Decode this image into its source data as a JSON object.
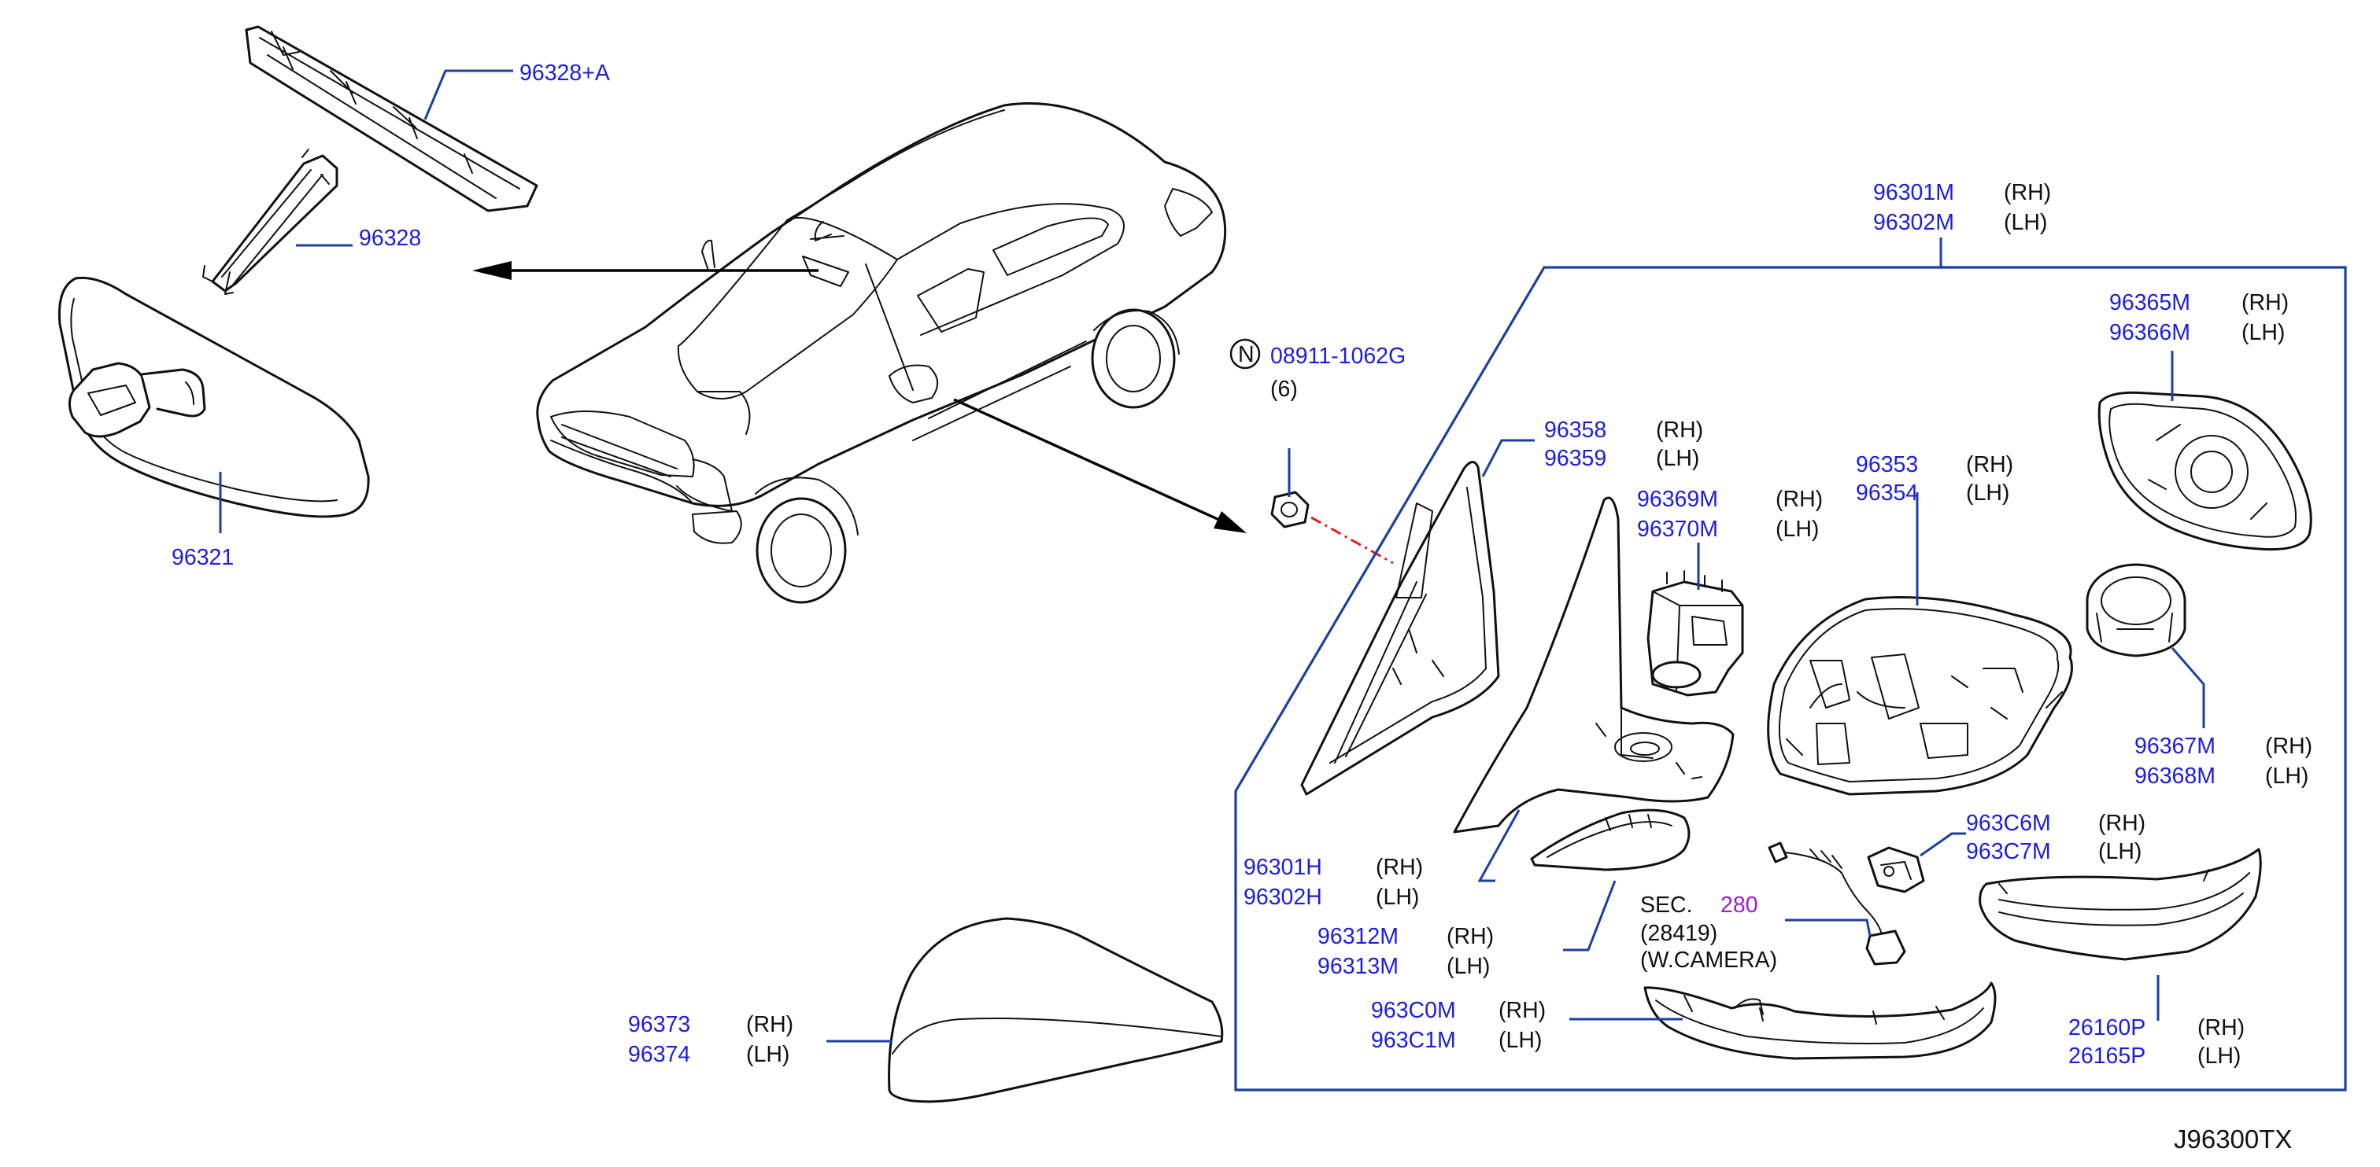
{
  "diagram_code": "J96300TX",
  "fastener": {
    "symbol": "N",
    "part_number": "08911-1062G",
    "quantity": "(6)"
  },
  "section_ref": {
    "prefix": "SEC.",
    "number": "280",
    "part": "(28419)",
    "note": "(W.CAMERA)"
  },
  "callouts": [
    {
      "id": "interior-bracket-cover",
      "lines": [
        {
          "pn": "96328+A"
        }
      ]
    },
    {
      "id": "interior-bracket",
      "lines": [
        {
          "pn": "96328"
        }
      ]
    },
    {
      "id": "inside-mirror",
      "lines": [
        {
          "pn": "96321"
        }
      ]
    },
    {
      "id": "door-mirror-assy",
      "lines": [
        {
          "pn": "96301M",
          "side": "(RH)"
        },
        {
          "pn": "96302M",
          "side": "(LH)"
        }
      ]
    },
    {
      "id": "mirror-glass",
      "lines": [
        {
          "pn": "96365M",
          "side": "(RH)"
        },
        {
          "pn": "96366M",
          "side": "(LH)"
        }
      ]
    },
    {
      "id": "gasket",
      "lines": [
        {
          "pn": "96358",
          "side": "(RH)"
        },
        {
          "pn": "96359",
          "side": "(LH)"
        }
      ]
    },
    {
      "id": "mirror-body",
      "lines": [
        {
          "pn": "96353",
          "side": "(RH)"
        },
        {
          "pn": "96354",
          "side": "(LH)"
        }
      ]
    },
    {
      "id": "fold-actuator",
      "lines": [
        {
          "pn": "96369M",
          "side": "(RH)"
        },
        {
          "pn": "96370M",
          "side": "(LH)"
        }
      ]
    },
    {
      "id": "glass-actuator",
      "lines": [
        {
          "pn": "96367M",
          "side": "(RH)"
        },
        {
          "pn": "96368M",
          "side": "(LH)"
        }
      ]
    },
    {
      "id": "mirror-base",
      "lines": [
        {
          "pn": "96301H",
          "side": "(RH)"
        },
        {
          "pn": "96302H",
          "side": "(LH)"
        }
      ]
    },
    {
      "id": "puddle-lamp",
      "lines": [
        {
          "pn": "963C6M",
          "side": "(RH)"
        },
        {
          "pn": "963C7M",
          "side": "(LH)"
        }
      ]
    },
    {
      "id": "base-cover",
      "lines": [
        {
          "pn": "96312M",
          "side": "(RH)"
        },
        {
          "pn": "96313M",
          "side": "(LH)"
        }
      ]
    },
    {
      "id": "turn-signal-lamp",
      "lines": [
        {
          "pn": "26160P",
          "side": "(RH)"
        },
        {
          "pn": "26165P",
          "side": "(LH)"
        }
      ]
    },
    {
      "id": "mirror-cap",
      "lines": [
        {
          "pn": "96373",
          "side": "(RH)"
        },
        {
          "pn": "96374",
          "side": "(LH)"
        }
      ]
    },
    {
      "id": "lower-cover",
      "lines": [
        {
          "pn": "963C0M",
          "side": "(RH)"
        },
        {
          "pn": "963C1M",
          "side": "(LH)"
        }
      ]
    }
  ]
}
